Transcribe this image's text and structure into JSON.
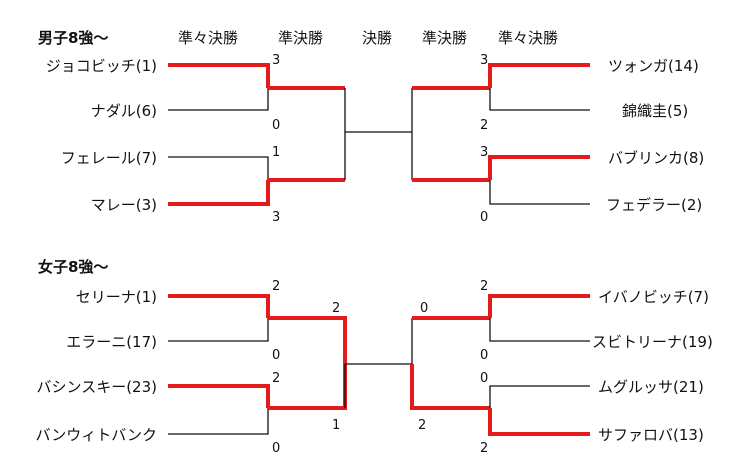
{
  "header": {
    "round_qf": "準々決勝",
    "round_sf": "準決勝",
    "round_f": "決勝"
  },
  "colors": {
    "winner": "#e31b1b",
    "line": "#111111"
  },
  "men": {
    "title": "男子8強～",
    "left": [
      {
        "name": "ジョコビッチ(1)",
        "qf_score": "3"
      },
      {
        "name": "ナダル(6)",
        "qf_score": "0"
      },
      {
        "name": "フェレール(7)",
        "qf_score": "1"
      },
      {
        "name": "マレー(3)",
        "qf_score": "3"
      }
    ],
    "right": [
      {
        "name": "ツォンガ(14)",
        "qf_score": "3"
      },
      {
        "name": "錦織圭(5)",
        "qf_score": "2"
      },
      {
        "name": "バブリンカ(8)",
        "qf_score": "3"
      },
      {
        "name": "フェデラー(2)",
        "qf_score": "0"
      }
    ]
  },
  "women": {
    "title": "女子8強～",
    "left": [
      {
        "name": "セリーナ(1)",
        "qf_score": "2"
      },
      {
        "name": "エラーニ(17)",
        "qf_score": "0"
      },
      {
        "name": "バシンスキー(23)",
        "qf_score": "2"
      },
      {
        "name": "バンウィトバンク",
        "qf_score": "0"
      }
    ],
    "right": [
      {
        "name": "イバノビッチ(7)",
        "qf_score": "2"
      },
      {
        "name": "スビトリーナ(19)",
        "qf_score": "0"
      },
      {
        "name": "ムグルッサ(21)",
        "qf_score": "0"
      },
      {
        "name": "サファロバ(13)",
        "qf_score": "2"
      }
    ],
    "sf_scores": {
      "left_top": "2",
      "left_bottom": "1",
      "right_top": "0",
      "right_bottom": "2"
    }
  }
}
